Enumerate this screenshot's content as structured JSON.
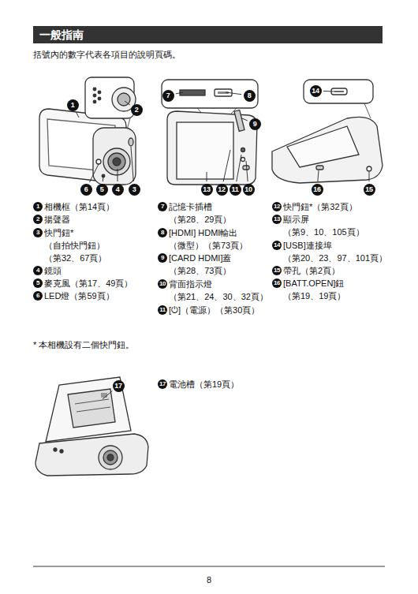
{
  "diagram": {
    "title": "一般指南",
    "labels": [
      "括號內的數字代表各項目的說明頁碼。",
      "1",
      "2",
      "3",
      "4",
      "5",
      "6",
      "7",
      "8",
      "9",
      "10",
      "11",
      "12",
      "13",
      "14",
      "15",
      "16",
      "17",
      "1",
      "相機框（第14頁）",
      "2",
      "揚聲器",
      "3",
      "快門鈕* （自拍快門鈕） （第32、67頁）",
      "4",
      "鏡頭",
      "5",
      "麥克風（第17、49頁）",
      "6",
      "LED燈（第59頁）",
      "7",
      "記憶卡插槽 （第28、29頁）",
      "8",
      "[HDMI] HDMI輸出 （微型）（第73頁）",
      "9",
      "[CARD HDMI]蓋 （第28、73頁）",
      "10",
      "背面指示燈 （第21、24、30、32頁）",
      "11",
      "[⏻]（電源）（第30頁）",
      "12",
      "快門鈕*（第32頁）",
      "13",
      "顯示屏 （第9、10、105頁）",
      "14",
      "[USB]連接埠 （第20、23、97、101頁）",
      "15",
      "帶孔（第2頁）",
      "16",
      "[BATT.OPEN]鈕 （第19、19頁）",
      "* 本相機設有二個快門鈕。",
      "17",
      "電池槽（第19頁）",
      "8"
    ]
  }
}
